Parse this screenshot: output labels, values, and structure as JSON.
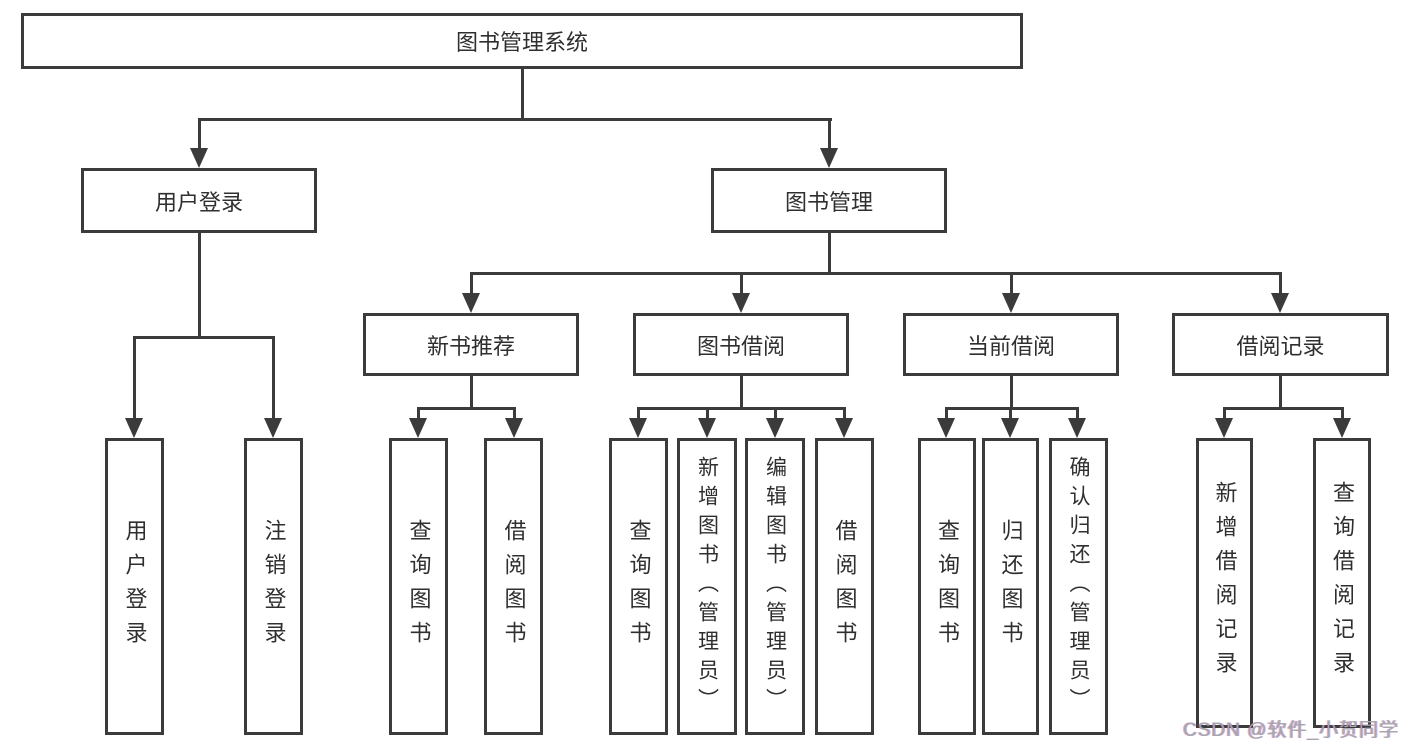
{
  "diagram": {
    "root": {
      "label": "图书管理系统"
    },
    "level2": {
      "user_login": {
        "label": "用户登录"
      },
      "book_mgmt": {
        "label": "图书管理"
      }
    },
    "level3": {
      "new_books": {
        "label": "新书推荐"
      },
      "book_borrow": {
        "label": "图书借阅"
      },
      "current_borrow": {
        "label": "当前借阅"
      },
      "borrow_records": {
        "label": "借阅记录"
      }
    },
    "leaves": {
      "user_login": {
        "label": "用户登录"
      },
      "logout": {
        "label": "注销登录"
      },
      "nb_query_books": {
        "label": "查询图书"
      },
      "nb_borrow_books": {
        "label": "借阅图书"
      },
      "bb_query_books": {
        "label": "查询图书"
      },
      "bb_add_books_admin": {
        "label": "新增图书（管理员）"
      },
      "bb_edit_books_admin": {
        "label": "编辑图书（管理员）"
      },
      "bb_borrow_books": {
        "label": "借阅图书"
      },
      "cb_query_books": {
        "label": "查询图书"
      },
      "cb_return_books": {
        "label": "归还图书"
      },
      "cb_confirm_return_admin": {
        "label": "确认归还（管理员）"
      },
      "br_add_record": {
        "label": "新增借阅记录"
      },
      "br_query_record": {
        "label": "查询借阅记录"
      }
    }
  },
  "watermark": {
    "text": "CSDN @软件_小贺同学"
  },
  "colors": {
    "line": "#3b3b3b",
    "text": "#2f2f2f",
    "watermark": "#a6a6ae",
    "background": "#ffffff"
  }
}
